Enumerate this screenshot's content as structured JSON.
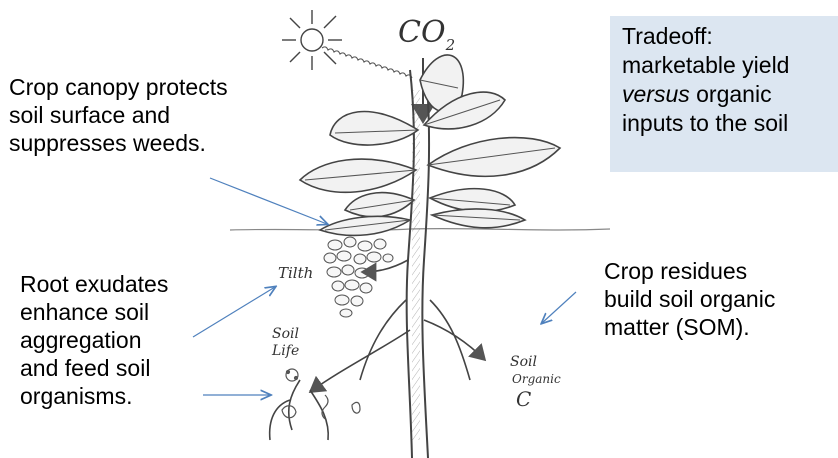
{
  "tradeoff": {
    "title": "Tradeoff:",
    "line2": "marketable yield",
    "versus": "versus",
    "line3_rest": " organic",
    "line4": "inputs to the soil"
  },
  "captions": {
    "canopy": [
      "Crop canopy protects",
      "soil surface and",
      "suppresses weeds."
    ],
    "exudates": [
      "Root exudates",
      "enhance soil",
      "aggregation",
      "and feed soil",
      "organisms."
    ],
    "residues": [
      "Crop residues",
      "build soil organic",
      "matter (SOM)."
    ]
  },
  "sketch_labels": {
    "co2_main": "CO",
    "co2_sub": "2",
    "tilth": "Tilth",
    "soil_life_1": "Soil",
    "soil_life_2": "Life",
    "soil_organic_1": "Soil",
    "soil_organic_2": "Organic",
    "soil_organic_3": "C"
  },
  "colors": {
    "box_fill": "#dce6f1",
    "pointer_arrow": "#4f81bd",
    "sketch_ink": "#333333"
  }
}
